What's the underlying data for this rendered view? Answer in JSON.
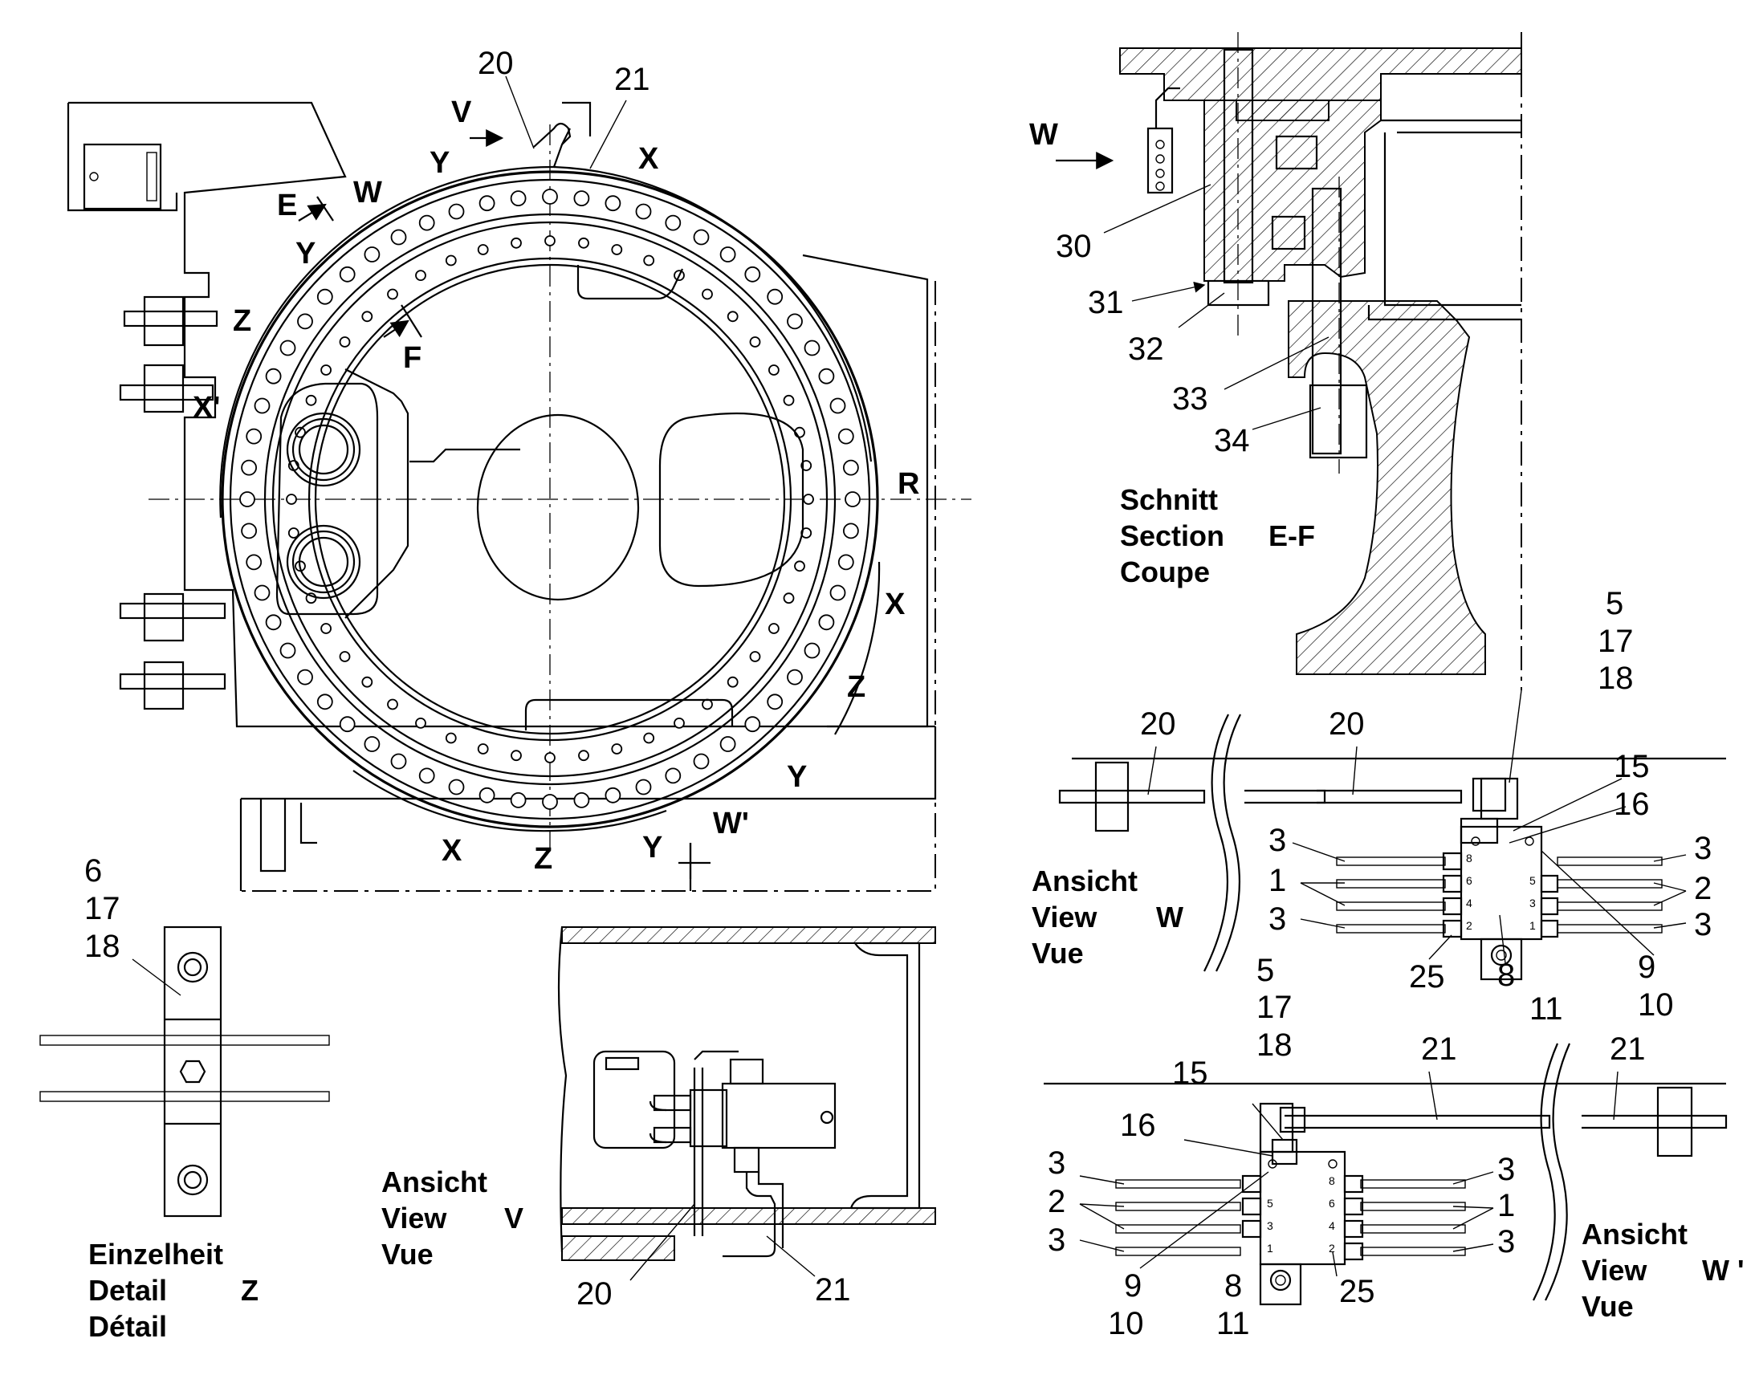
{
  "main_view": {
    "labels": [
      "20",
      "21",
      "V",
      "Y",
      "X",
      "W",
      "E",
      "Y",
      "Z",
      "X'",
      "F",
      "R",
      "X",
      "Z",
      "Y",
      "W'",
      "X",
      "Z",
      "Y"
    ]
  },
  "section_ef": {
    "arrow_label": "W",
    "callouts": [
      "30",
      "31",
      "32",
      "33",
      "34"
    ],
    "caption": [
      "Schnitt",
      "Section",
      "E-F",
      "Coupe"
    ]
  },
  "view_w": {
    "callouts": [
      "5",
      "17",
      "18",
      "20",
      "20",
      "15",
      "16",
      "3",
      "1",
      "3",
      "3",
      "2",
      "3",
      "25",
      "8",
      "9",
      "10",
      "11"
    ],
    "caption": [
      "Ansicht",
      "View",
      "W",
      "Vue"
    ],
    "pins_left": [
      "8",
      "6",
      "4",
      "2"
    ],
    "pins_right": [
      "5",
      "3",
      "1"
    ]
  },
  "detail_z": {
    "callouts": [
      "6",
      "17",
      "18"
    ],
    "caption": [
      "Einzelheit",
      "Detail",
      "Z",
      "Détail"
    ]
  },
  "view_v": {
    "callouts": [
      "20",
      "21"
    ],
    "caption": [
      "Ansicht",
      "View",
      "V",
      "Vue"
    ]
  },
  "view_w_prime": {
    "callouts": [
      "5",
      "17",
      "18",
      "21",
      "21",
      "15",
      "16",
      "3",
      "2",
      "3",
      "3",
      "1",
      "3",
      "9",
      "10",
      "8",
      "11",
      "25"
    ],
    "caption": [
      "Ansicht",
      "View",
      "W '",
      "Vue"
    ],
    "pins_left": [
      "5",
      "3",
      "1"
    ],
    "pins_right": [
      "8",
      "6",
      "4",
      "2"
    ]
  }
}
